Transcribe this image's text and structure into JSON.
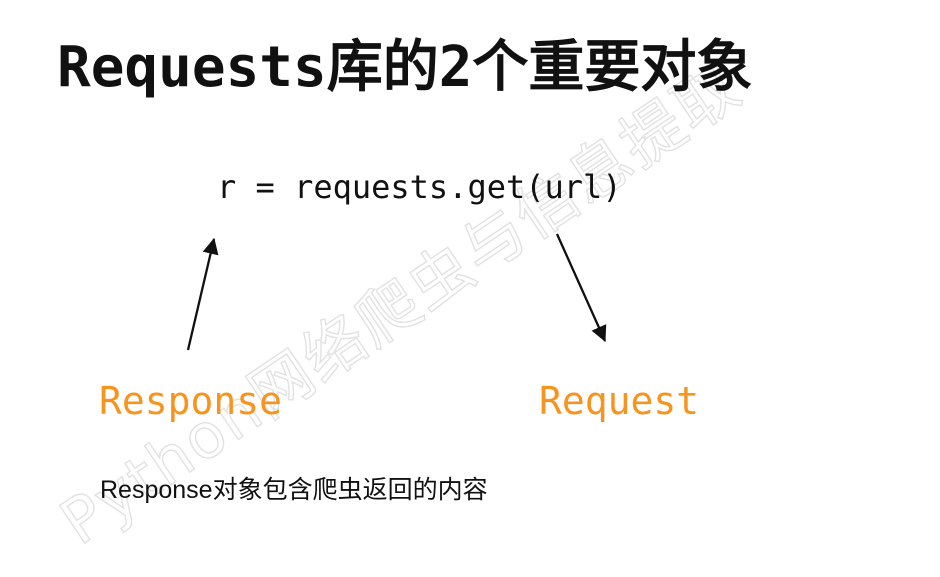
{
  "slide": {
    "title": "Requests库的2个重要对象",
    "code_line": "r = requests.get(url)",
    "labels": {
      "response": "Response",
      "request": "Request"
    },
    "note": "Response对象包含爬虫返回的内容",
    "watermark": "Python网络爬虫与信息提取",
    "arrows": [
      {
        "name": "arrow-code-to-response",
        "from": "Response",
        "to": "r = requests.get(url)",
        "direction": "up-right"
      },
      {
        "name": "arrow-code-to-request",
        "from": "r = requests.get(url)",
        "to": "Request",
        "direction": "down-right"
      }
    ],
    "colors": {
      "accent_orange": "#F7941E",
      "text": "#111111",
      "watermark": "#E2E2E2",
      "background": "#FFFFFF"
    }
  }
}
